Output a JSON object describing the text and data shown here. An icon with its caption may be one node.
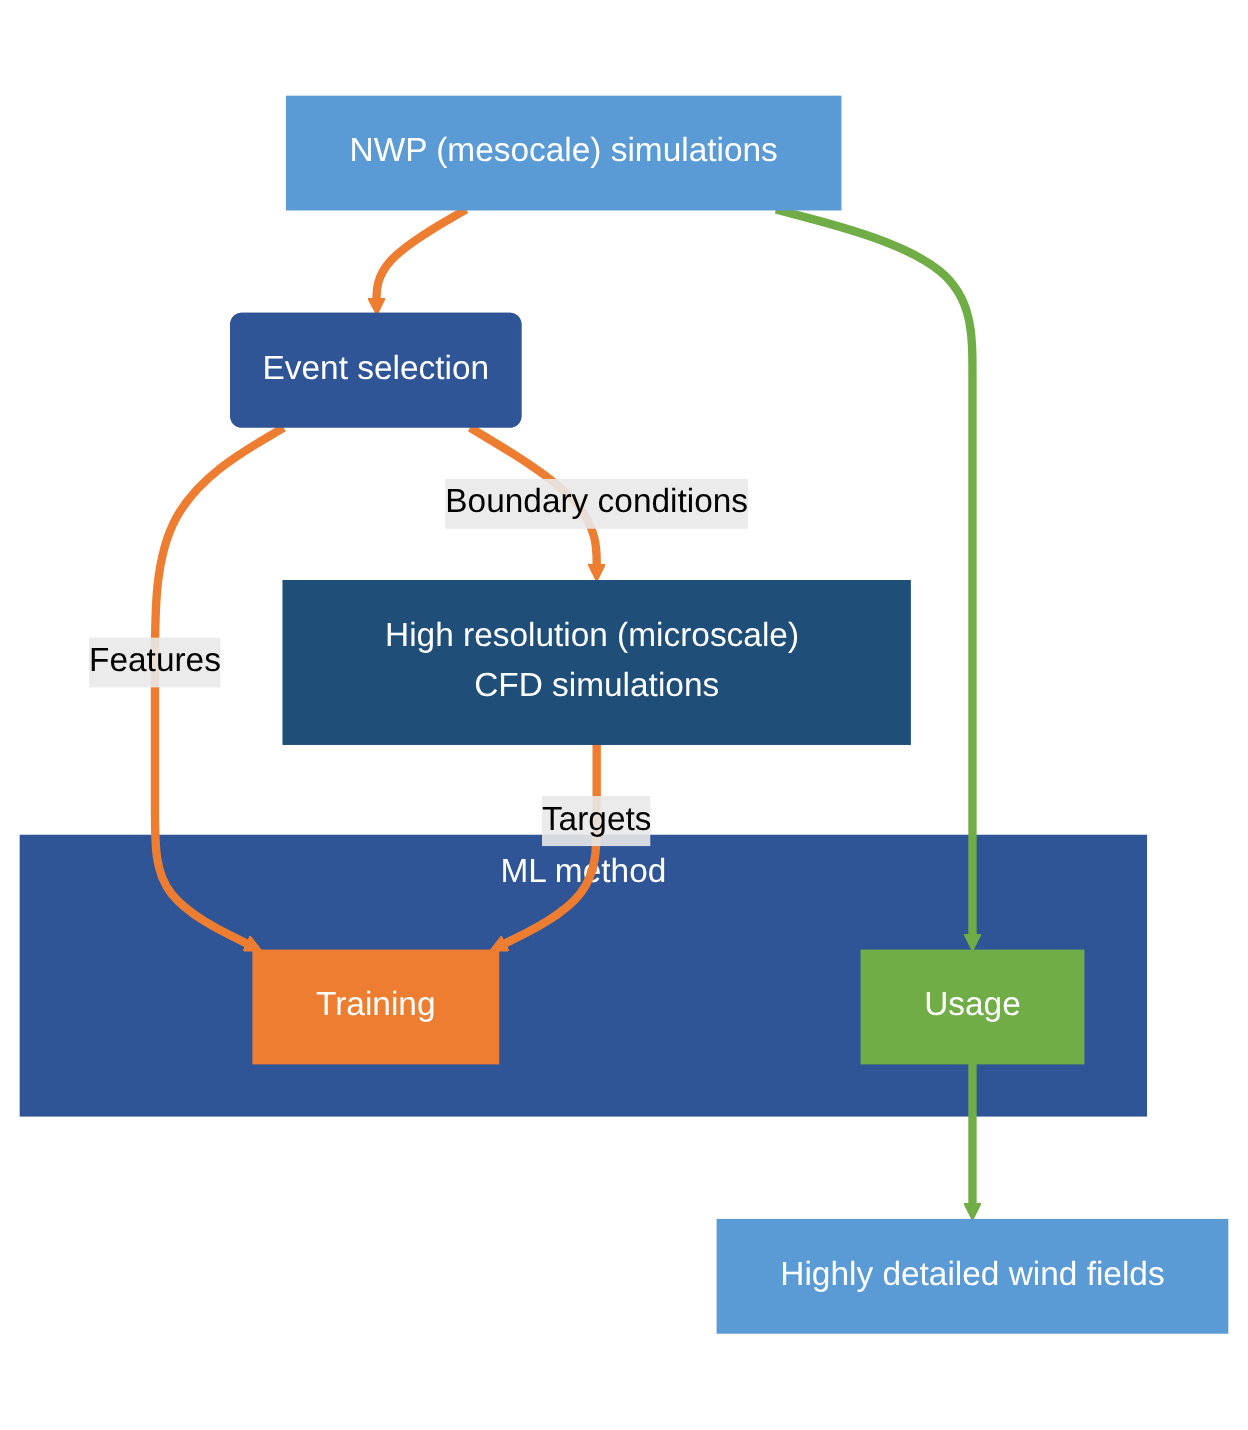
{
  "diagram": {
    "nodes": [
      {
        "text": [
          "NWP (mesocale) simulations"
        ]
      },
      {
        "text": [
          "Event selection"
        ]
      },
      {
        "text": [
          "High resolution (microscale) CFD simulations"
        ]
      },
      {
        "text": [
          "ML method"
        ]
      },
      {
        "text": [
          "Training"
        ],
        "in": 3
      },
      {
        "text": [
          "Usage"
        ],
        "in": 3
      },
      {
        "text": [
          "Highly detailed wind fields"
        ]
      }
    ],
    "edges": [
      {
        "from": 0,
        "to": 1,
        "arrow": "to"
      },
      {
        "from": 1,
        "to": 2,
        "arrow": "to",
        "label": "Boundary conditions"
      },
      {
        "from": 1,
        "to": 4,
        "arrow": "to",
        "label": "Features"
      },
      {
        "from": 2,
        "to": 4,
        "arrow": "to",
        "label": "Targets"
      },
      {
        "from": 0,
        "to": 5,
        "arrow": "to",
        "color": "#70ad47"
      },
      {
        "from": 5,
        "to": 6,
        "arrow": "to",
        "color": "#70ad47"
      }
    ]
  }
}
